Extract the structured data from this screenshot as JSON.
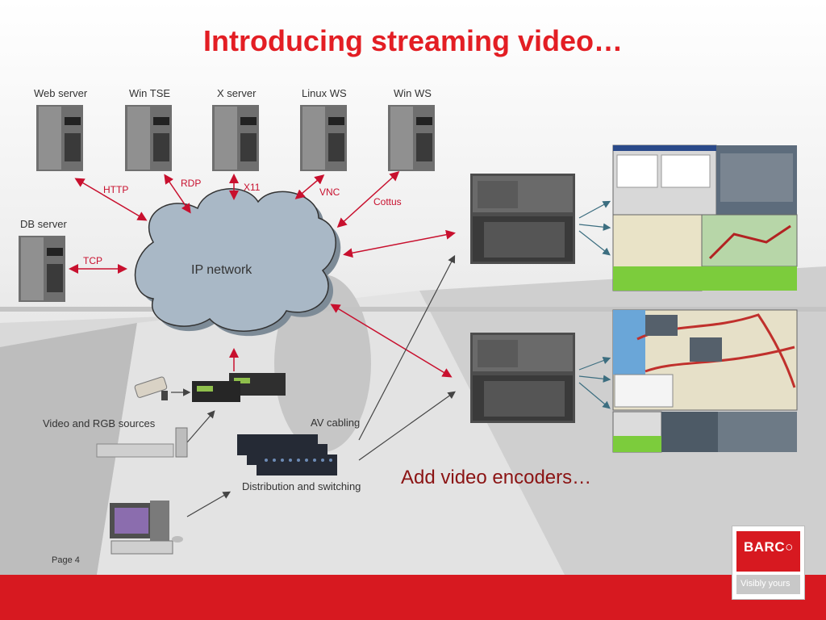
{
  "title": "Introducing streaming video…",
  "servers": {
    "web": "Web server",
    "tse": "Win TSE",
    "x": "X server",
    "linux": "Linux WS",
    "win": "Win WS",
    "db": "DB server"
  },
  "protocols": {
    "http": "HTTP",
    "rdp": "RDP",
    "x11": "X11",
    "vnc": "VNC",
    "cottus": "Cottus",
    "tcp": "TCP"
  },
  "cloud_label": "IP network",
  "sources_label": "Video and RGB sources",
  "av_label": "AV cabling",
  "dist_label": "Distribution and switching",
  "encoder_label": "Add video encoders…",
  "page_label": "Page 4",
  "logo": {
    "brand": "BARC○",
    "tagline": "Visibly yours"
  },
  "colors": {
    "accent": "#e31e24",
    "arrow": "#c8102e",
    "footer": "#d71920",
    "cloud": "#a9b8c6"
  }
}
